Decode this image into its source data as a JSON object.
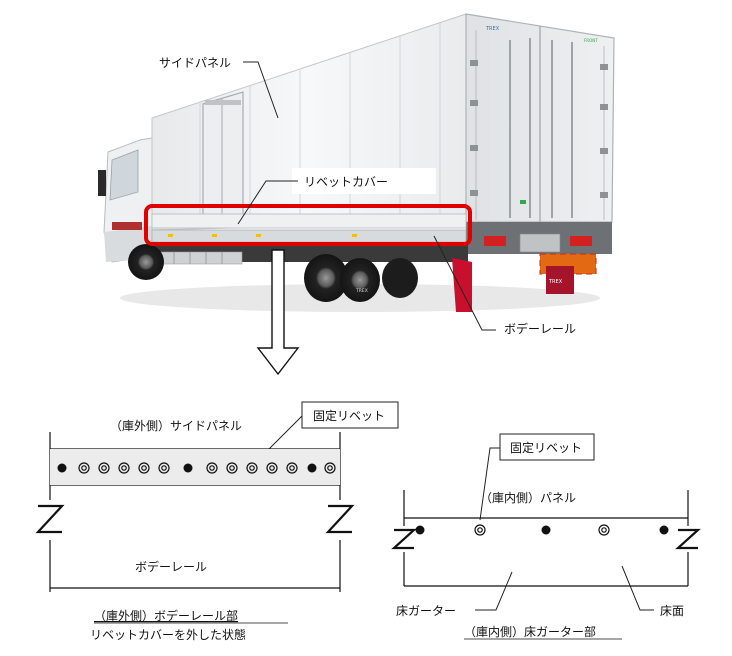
{
  "photo_labels": {
    "side_panel": "サイドパネル",
    "rivet_cover": "リベットカバー",
    "body_rail": "ボデーレール"
  },
  "truck_marks": {
    "door_brand": "TREX",
    "door_brand_right": "FRONT",
    "mudflap_brand": "TREX",
    "rail_brand": "TREX"
  },
  "left_diagram": {
    "outer_side_panel": "（庫外側）サイドパネル",
    "fixed_rivet": "固定リベット",
    "body_rail": "ボデーレール",
    "caption_line1": "（庫外側）ボデーレール部",
    "caption_line2": "リベットカバーを外した状態"
  },
  "right_diagram": {
    "fixed_rivet": "固定リベット",
    "inner_panel": "（庫内側）パネル",
    "floor_gutter": "床ガーター",
    "floor_surface": "床面",
    "caption": "（庫内側）床ガーター部"
  },
  "colors": {
    "highlight_red": "#e00000",
    "mudflap_red": "#c8102e",
    "box_white": "#f4f5f6",
    "cab_white": "#eef0f1",
    "tire_black": "#1c1c1c"
  },
  "icons": [
    "down-arrow-icon"
  ]
}
